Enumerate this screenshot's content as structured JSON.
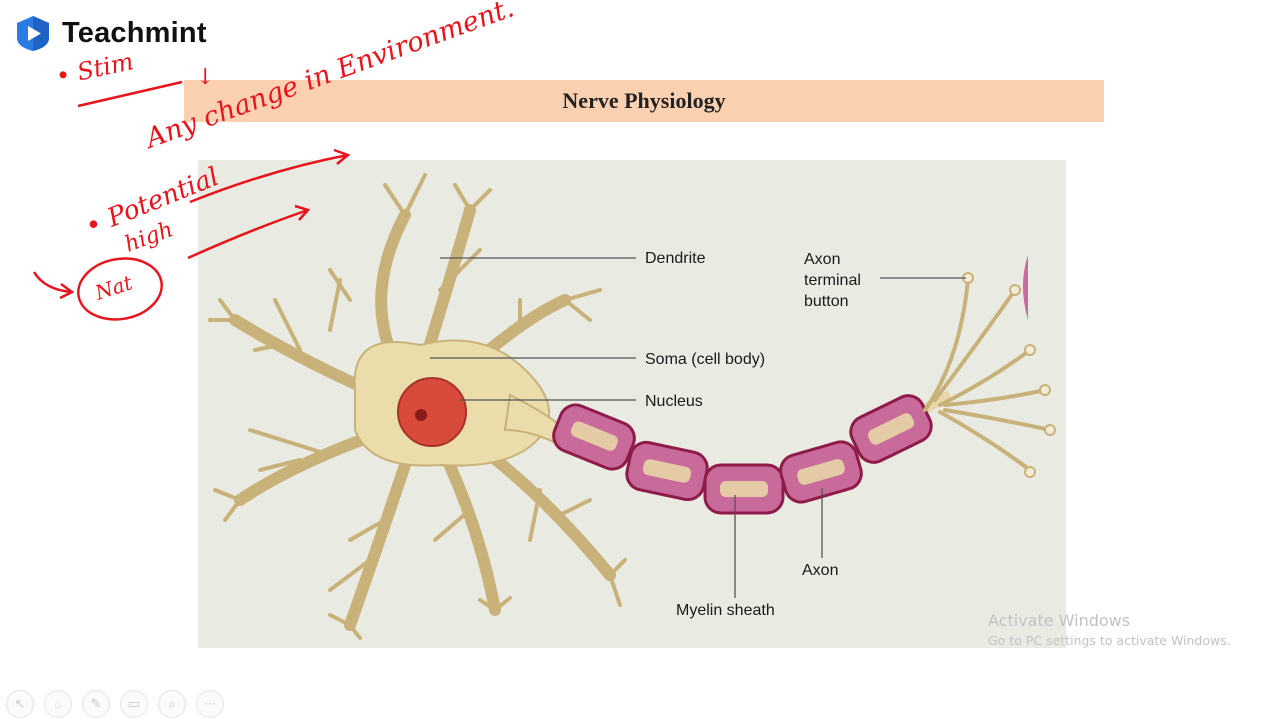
{
  "brand": {
    "name": "Teachmint",
    "logo_icon": "teachmint-play-shield-icon",
    "color": "#2c7be5"
  },
  "slide": {
    "title": "Nerve Physiology",
    "title_bg": "#fcd1b1"
  },
  "diagram": {
    "labels": {
      "dendrite": "Dendrite",
      "axon_terminal_1": "Axon",
      "axon_terminal_2": "terminal",
      "axon_terminal_3": "button",
      "soma": "Soma (cell body)",
      "nucleus": "Nucleus",
      "axon": "Axon",
      "myelin": "Myelin sheath"
    },
    "colors": {
      "neuron_body": "#ebdcab",
      "nucleus": "#d84a3a",
      "myelin": "#b3265a",
      "background": "#e9ebe2"
    }
  },
  "annotations": {
    "ink_color": "#e8141c",
    "stim": "• Stim",
    "arrow_down": "↓",
    "any_change": "Any change in Environment.",
    "potential": "• Potential",
    "high": "high",
    "nat": "Nat"
  },
  "watermark": {
    "line1": "Activate Windows",
    "line2": "Go to PC settings to activate Windows."
  },
  "toolbar": {
    "icons": [
      "pointer-icon",
      "eraser-icon",
      "pen-icon",
      "highlighter-icon",
      "zoom-icon",
      "more-icon"
    ]
  }
}
